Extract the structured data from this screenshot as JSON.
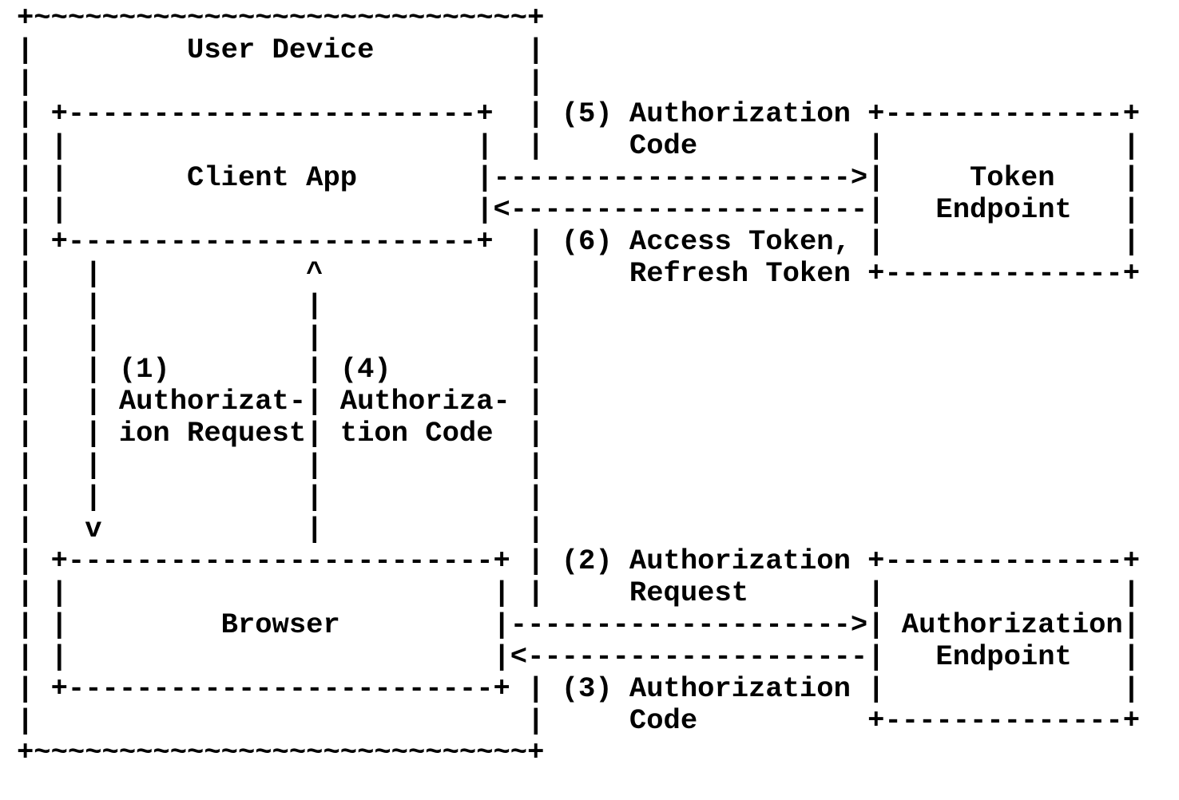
{
  "colors": {
    "text": "#000000",
    "background": "#ffffff"
  },
  "diagram": {
    "lines": [
      "+~~~~~~~~~~~~~~~~~~~~~~~~~~~~~+",
      "|         User Device         |",
      "|                             |",
      "| +------------------------+  | (5) Authorization +--------------+",
      "| |                        |  |     Code          |              |",
      "| |       Client App       |--------------------->|     Token    |",
      "| |                        |<---------------------|   Endpoint   |",
      "| +------------------------+  | (6) Access Token, |              |",
      "|   |            ^            |     Refresh Token +--------------+",
      "|   |            |            |",
      "|   |            |            |",
      "|   | (1)        | (4)        |",
      "|   | Authorizat-| Authoriza- |",
      "|   | ion Request| tion Code  |",
      "|   |            |            |",
      "|   |            |            |",
      "|   v            |            |",
      "| +-------------------------+ | (2) Authorization +--------------+",
      "| |                         | |     Request       |              |",
      "| |         Browser         |-------------------->| Authorization|",
      "| |                         |<--------------------|   Endpoint   |",
      "| +-------------------------+ | (3) Authorization |              |",
      "|                             |     Code          +--------------+",
      "+~~~~~~~~~~~~~~~~~~~~~~~~~~~~~+"
    ]
  },
  "semantics": {
    "outer_container": "User Device",
    "nodes": [
      "User Device",
      "Client App",
      "Browser",
      "Token Endpoint",
      "Authorization Endpoint"
    ],
    "steps": [
      {
        "num": "(1)",
        "label_lines": [
          "Authorizat-",
          "ion Request"
        ],
        "from": "Client App",
        "to": "Browser",
        "direction": "down"
      },
      {
        "num": "(2)",
        "label_lines": [
          "Authorization",
          "Request"
        ],
        "from": "Browser",
        "to": "Authorization Endpoint",
        "direction": "right"
      },
      {
        "num": "(3)",
        "label_lines": [
          "Authorization",
          "Code"
        ],
        "from": "Authorization Endpoint",
        "to": "Browser",
        "direction": "left"
      },
      {
        "num": "(4)",
        "label_lines": [
          "Authoriza-",
          "tion Code"
        ],
        "from": "Browser",
        "to": "Client App",
        "direction": "up"
      },
      {
        "num": "(5)",
        "label_lines": [
          "Authorization",
          "Code"
        ],
        "from": "Client App",
        "to": "Token Endpoint",
        "direction": "right"
      },
      {
        "num": "(6)",
        "label_lines": [
          "Access Token,",
          "Refresh Token"
        ],
        "from": "Token Endpoint",
        "to": "Client App",
        "direction": "left"
      }
    ]
  }
}
